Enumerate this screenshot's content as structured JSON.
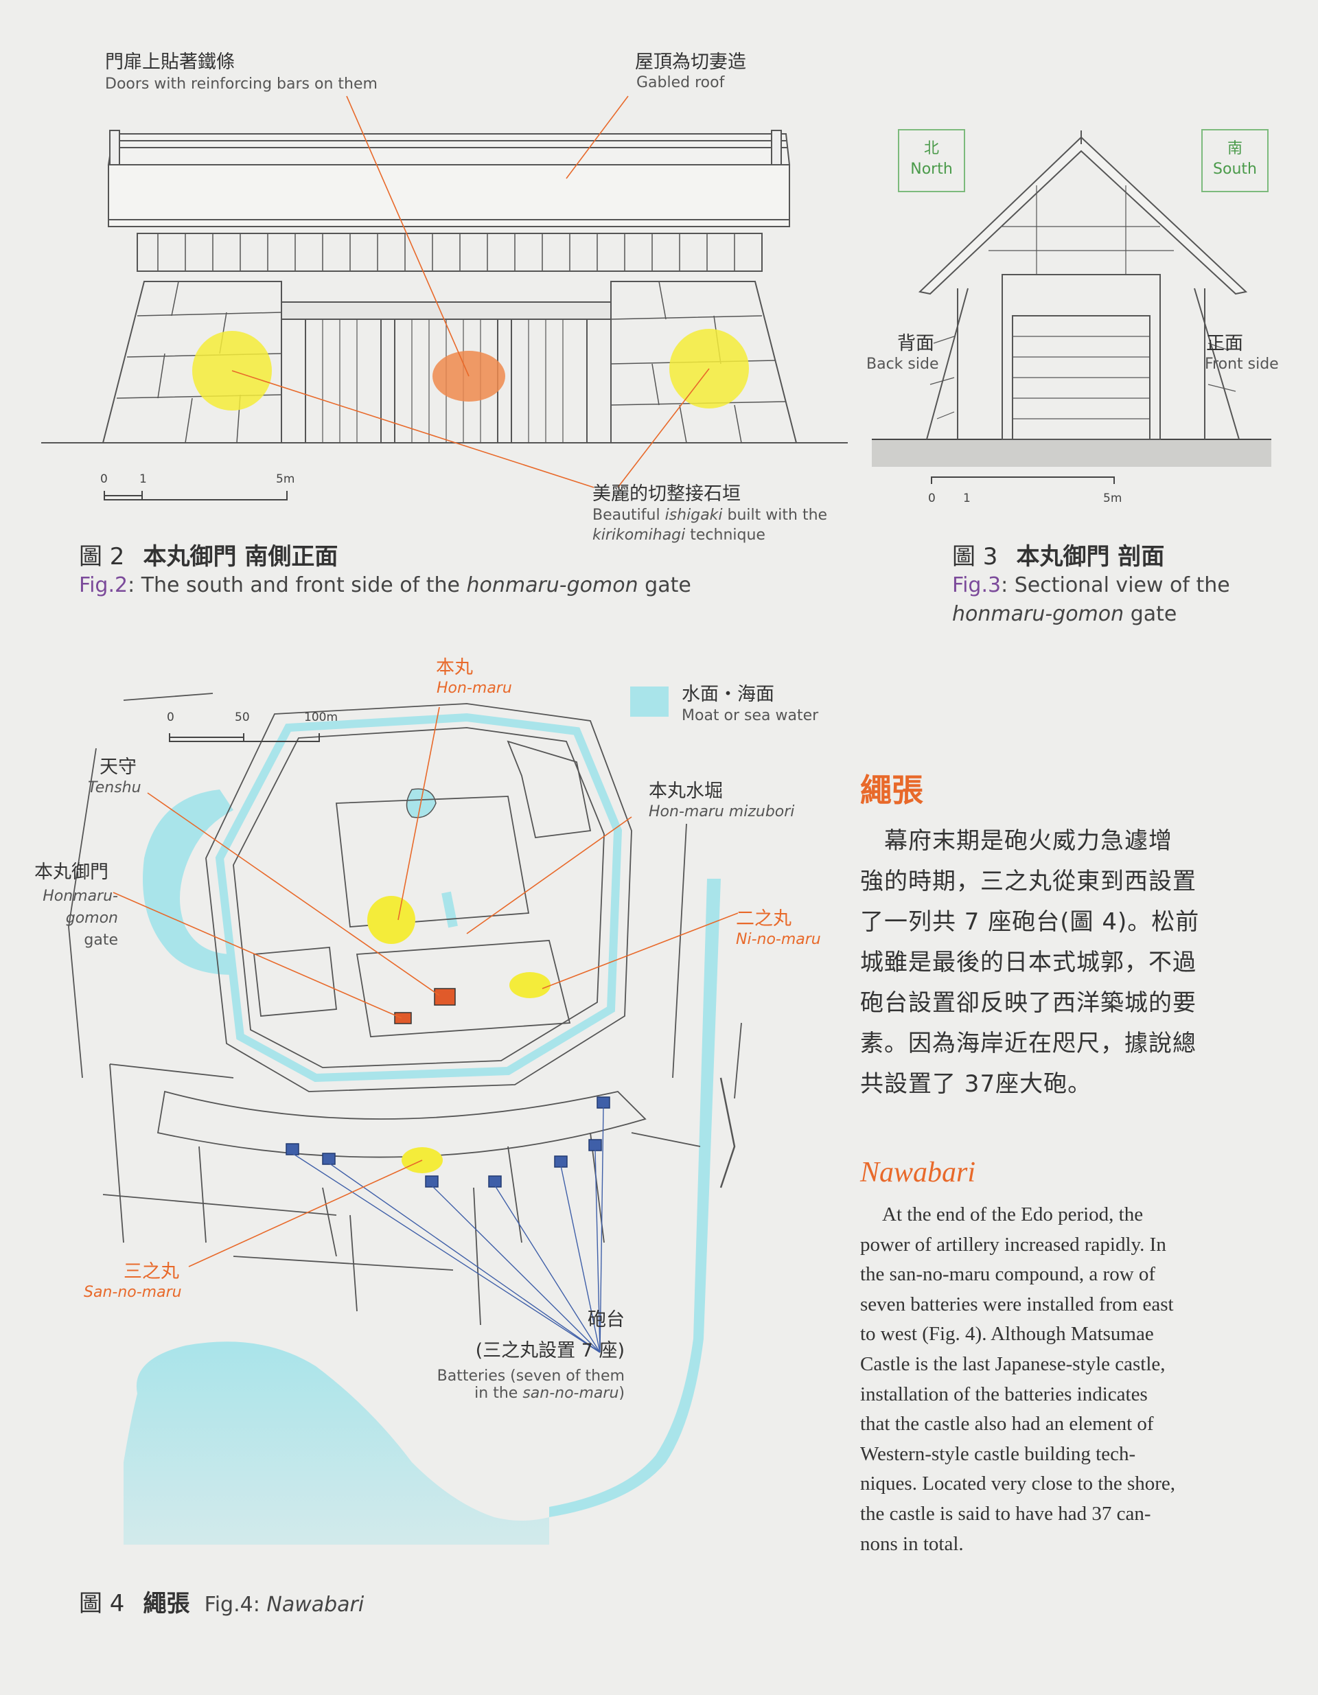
{
  "fig2": {
    "labels": {
      "doors_zh": "門扉上貼著鐵條",
      "doors_en": "Doors with reinforcing bars on them",
      "roof_zh": "屋頂為切妻造",
      "roof_en": "Gabled roof",
      "ishigaki_zh": "美麗的切整接石垣",
      "ishigaki_en_1": "Beautiful ",
      "ishigaki_en_2": "ishigaki",
      "ishigaki_en_3": " built with the",
      "ishigaki_en_4": "kirikomihagi",
      "ishigaki_en_5": " technique"
    },
    "scale": {
      "zero": "0",
      "one": "1",
      "five": "5m"
    },
    "caption_num": "圖 2",
    "caption_zh": "本丸御門 南側正面",
    "caption_en_num": "Fig.2",
    "caption_en_1": ": The south and front side of the ",
    "caption_en_2": "honmaru-gomon",
    "caption_en_3": " gate"
  },
  "fig3": {
    "north_zh": "北",
    "north_en": "North",
    "south_zh": "南",
    "south_en": "South",
    "back_zh": "背面",
    "back_en": "Back side",
    "front_zh": "正面",
    "front_en": "Front side",
    "scale": {
      "zero": "0",
      "one": "1",
      "five": "5m"
    },
    "caption_num": "圖 3",
    "caption_zh": "本丸御門 剖面",
    "caption_en_num": "Fig.3",
    "caption_en_1": ": Sectional view of the",
    "caption_en_2": "honmaru-gomon",
    "caption_en_3": " gate"
  },
  "fig4": {
    "honmaru_zh": "本丸",
    "honmaru_en": "Hon-maru",
    "legend_zh": "水面・海面",
    "legend_en": "Moat or sea water",
    "scale": {
      "zero": "0",
      "fifty": "50",
      "hundred": "100m"
    },
    "tenshu_zh": "天守",
    "tenshu_en": "Tenshu",
    "mizubori_zh": "本丸水堀",
    "mizubori_en": "Hon-maru mizubori",
    "gomon_zh": "本丸御門",
    "gomon_en_1": "Honmaru-",
    "gomon_en_2": "gomon",
    "gomon_en_3": "gate",
    "ninomaru_zh": "二之丸",
    "ninomaru_en": "Ni-no-maru",
    "sannomaru_zh": "三之丸",
    "sannomaru_en": "San-no-maru",
    "batteries_zh_1": "砲台",
    "batteries_zh_2": "(三之丸設置 7 座)",
    "batteries_en_1": "Batteries (seven of them",
    "batteries_en_2a": "in the ",
    "batteries_en_2b": "san-no-maru",
    "batteries_en_2c": ")",
    "caption_num": "圖 4",
    "caption_zh": "繩張",
    "caption_en_num": "Fig.4",
    "caption_en_1": ": ",
    "caption_en_2": "Nawabari"
  },
  "article": {
    "title_zh": "繩張",
    "body_zh_lines": [
      "　幕府末期是砲火威力急遽增",
      "強的時期，三之丸從東到西設置",
      "了一列共 7 座砲台(圖 4)。松前",
      "城雖是最後的日本式城郭，不過",
      "砲台設置卻反映了西洋築城的要",
      "素。因為海岸近在咫尺，據說總",
      "共設置了 37座大砲。"
    ],
    "title_en": "Nawabari",
    "body_en_lines": [
      "At the end of the Edo period, the",
      "power of artillery increased rapidly. In",
      "the san-no-maru compound, a row of",
      "seven batteries were installed from east",
      "to west (Fig. 4). Although Matsumae",
      "Castle is the last Japanese-style castle,",
      "installation of the batteries indicates",
      "that the castle also had an element of",
      "Western-style castle building tech-",
      "niques. Located very close to the shore,",
      "the castle is said to have had 37 can-",
      "nons in total."
    ]
  },
  "colors": {
    "accent_orange": "#e8692a",
    "caption_purple": "#7b4a9a",
    "highlight_yellow": "#f4ec3a",
    "water_cyan": "#a9e4ea",
    "battery_blue": "#3f5fa8"
  }
}
